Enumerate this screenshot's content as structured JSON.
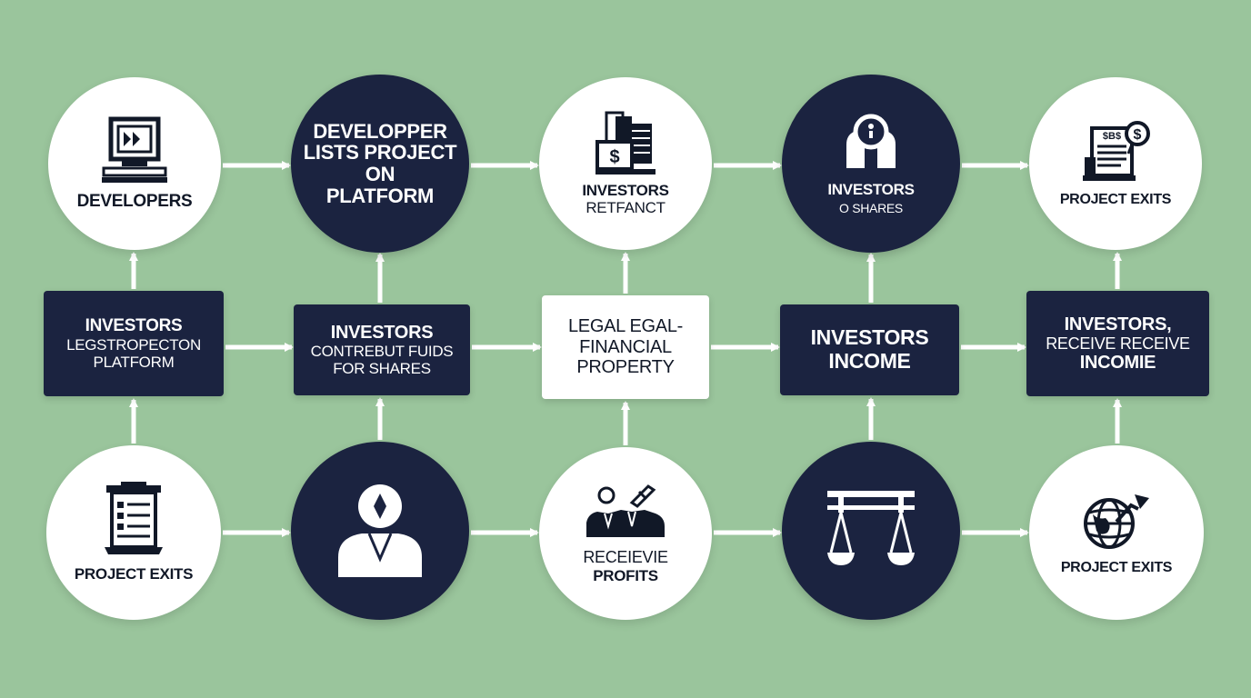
{
  "colors": {
    "background": "#9ac59c",
    "dark_node": "#1b2340",
    "light_node": "#ffffff",
    "connector": "#ffffff"
  },
  "nodes": {
    "developers": {
      "lines": [
        "DEVELOPERS"
      ],
      "icon": "computer-icon"
    },
    "developer_lists": {
      "lines": [
        "DEVELOPPER",
        "LISTS PROJECT",
        "ON",
        "PLATFORM"
      ]
    },
    "investors_retfanct": {
      "lines": [
        "INVESTORS",
        "RETFANCT"
      ],
      "icon": "money-stack-icon"
    },
    "investors_shares": {
      "lines": [
        "INVESTORS",
        "O SHARES"
      ],
      "icon": "investor-lock-icon"
    },
    "project_exits_top": {
      "lines": [
        "PROJECT EXITS"
      ],
      "icon": "document-dollar-icon"
    },
    "investors_platform": {
      "lines": [
        "INVESTORS",
        "LEGSTROPECTON",
        "PLATFORM"
      ]
    },
    "investors_contribute": {
      "lines": [
        "INVESTORS",
        "CONTREBUT FUIDS",
        "FOR SHARES"
      ]
    },
    "legal_financial": {
      "lines": [
        "LEGAL EGAL-",
        "FINANCIAL",
        "PROPERTY"
      ]
    },
    "investors_income": {
      "lines": [
        "INVESTORS",
        "INCOME"
      ]
    },
    "investors_receive_income": {
      "lines": [
        "INVESTORS,",
        "RECEIVE RECEIVE",
        "INCOMIE"
      ]
    },
    "project_exits_bottom": {
      "lines": [
        "PROJECT EXITS"
      ],
      "icon": "clipboard-list-icon"
    },
    "person": {
      "lines": [],
      "icon": "person-icon"
    },
    "receive_profits": {
      "lines": [
        "RECEIEVIE",
        "PROFITS"
      ],
      "icon": "team-tools-icon"
    },
    "scales": {
      "lines": [],
      "icon": "scales-icon"
    },
    "project_exits_globe": {
      "lines": [
        "PROJECT EXITS"
      ],
      "icon": "globe-arrow-icon"
    }
  }
}
